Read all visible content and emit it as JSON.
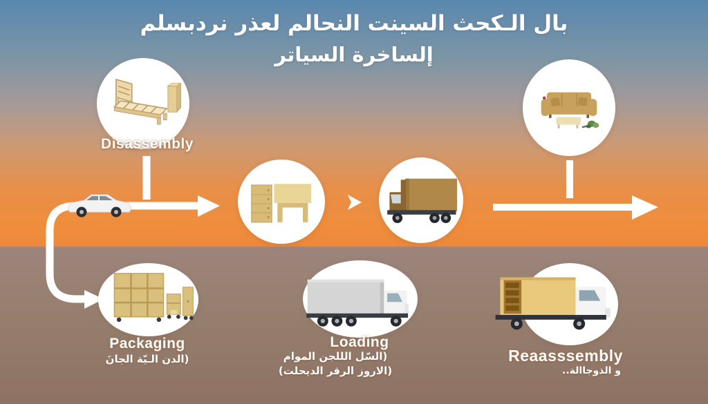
{
  "title": {
    "line1": "بال الـكحث السينت النحالم لعذر نردبسلم",
    "line2": "إلساخرة السياتر"
  },
  "steps": {
    "disassembly": {
      "label": "Disassembly"
    },
    "packaging": {
      "label": "Packaging",
      "sublabel": "(الدن الـيّة الجانَ"
    },
    "loading": {
      "label": "Loading",
      "sublabel1": "(السّل الللجن الموام",
      "sublabel2": "(الاروز الرقر الديحلت)"
    },
    "reassembly": {
      "label": "Reaasssembly",
      "sublabel": "و الذوجاالة.."
    }
  },
  "icons": {
    "disassembly_circle": "bed-and-wardrobe-icon",
    "sofa_circle": "sofa-with-ottoman-icon",
    "furniture_circle": "dresser-and-desk-icon",
    "brown_truck_circle": "brown-box-truck-icon",
    "packaging_circle": "shelving-units-icon",
    "loading_circle": "white-box-truck-icon",
    "reassembly_circle": "loaded-moving-truck-icon",
    "vehicle": "white-car-icon",
    "connectors": "white-flow-arrows"
  },
  "colors": {
    "sky_top": "#5a87ae",
    "sunset_orange": "#ef8d3c",
    "ground_brown": "#8e7263",
    "circle_bg": "#ffffff",
    "arrow": "#ffffff",
    "furniture_tan": "#d9c07c",
    "truck_brown": "#b0894a",
    "text": "#ffffff"
  }
}
